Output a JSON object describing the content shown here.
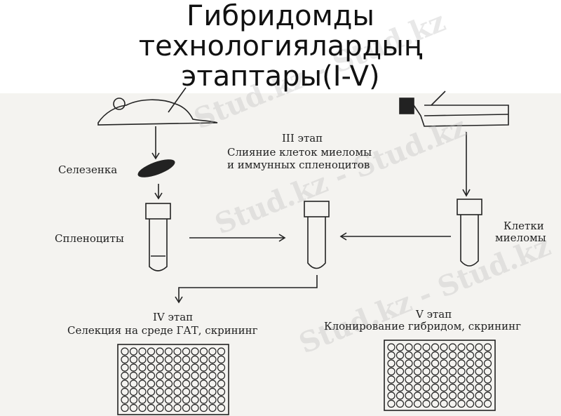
{
  "title": {
    "line1": "Гибридомды",
    "line2": "технологиялардың",
    "line3": "этаптары(I-V)"
  },
  "diagram": {
    "spleen_label": "Селезенка",
    "splenocytes_label": "Спленоциты",
    "stage3_title": "III этап",
    "stage3_line1": "Слияние клеток миеломы",
    "stage3_line2": "и иммунных спленоцитов",
    "myeloma_line1": "Клетки",
    "myeloma_line2": "миеломы",
    "stage4_title": "IV этап",
    "stage4_desc": "Селекция на среде ГАТ,  скрининг",
    "stage5_title": "V этап",
    "stage5_desc": "Клонирование гибридом, скрининг"
  },
  "watermark": {
    "text": "Stud.kz - Stud.kz"
  },
  "colors": {
    "ink": "#222222",
    "paper": "#f4f3f0",
    "title_text": "#111111"
  }
}
